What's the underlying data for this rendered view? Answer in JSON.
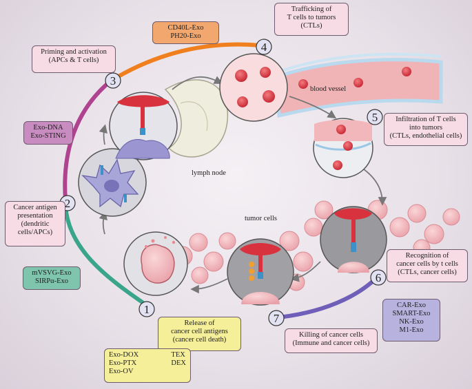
{
  "steps": [
    {
      "number": "1",
      "label": "Release of\ncancer cell antigens\n(cancer cell death)"
    },
    {
      "number": "2",
      "label": "Cancer antigen\npresentation\n(dendritic\ncells/APCs)"
    },
    {
      "number": "3",
      "label": "Priming and activation\n(APCs & T cells)"
    },
    {
      "number": "4",
      "label": "Trafficking of\nT cells to tumors\n(CTLs)"
    },
    {
      "number": "5",
      "label": "Infiltration of T cells\ninto tumors\n(CTLs, endothelial cells)"
    },
    {
      "number": "6",
      "label": "Recognition of\ncancer cells by t cells\n(CTLs, cancer cells)"
    },
    {
      "number": "7",
      "label": "Killing of cancer cells\n(Immune and cancer cells)"
    }
  ],
  "exosomes": {
    "step1": {
      "left": "Exo-DOX\nExo-PTX\nExo-OV",
      "right": "TEX\nDEX"
    },
    "step2": "mVSVG-Exo\nSIRPα-Exo",
    "step3": "Exo-DNA\nExo-STING",
    "step4": "CD40L-Exo\nPH20-Exo",
    "step6": "CAR-Exo\nSMART-Exo\nNK-Exo\nM1-Exo"
  },
  "labels": {
    "lymph_node": "lymph node",
    "blood_vessel": "blood vessel",
    "tumor_cells": "tumor cells"
  },
  "colors": {
    "arc_orange": "#f0801e",
    "arc_magenta": "#b0438f",
    "arc_teal": "#3aa58a",
    "arc_purple": "#6f5fb8",
    "tumor_cell": "#f2b2b8",
    "tcell_red": "#d8323e"
  }
}
